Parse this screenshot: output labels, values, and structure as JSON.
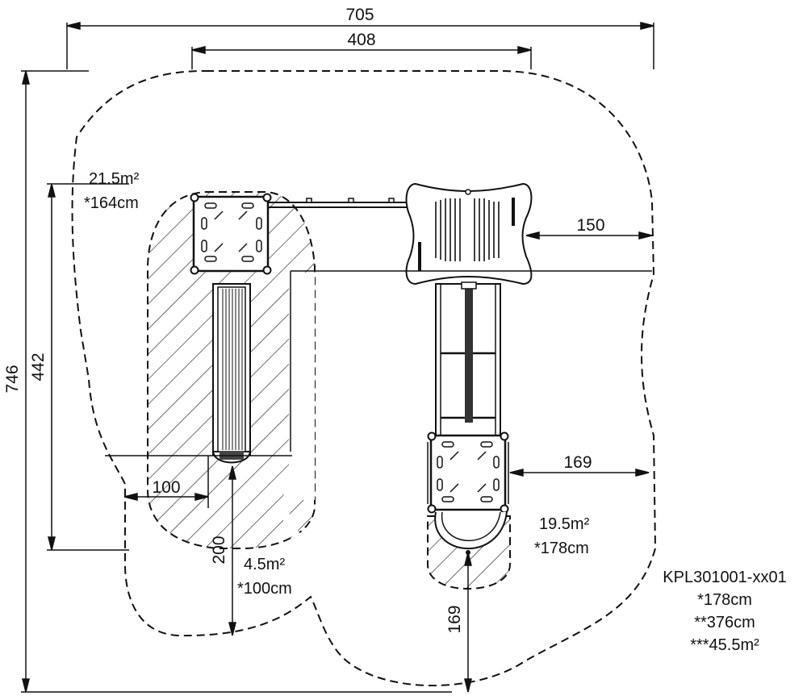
{
  "dimensions": {
    "overall_width": "705",
    "inner_width": "408",
    "overall_height": "746",
    "inner_height": "442",
    "right_top_offset": "150",
    "right_mid_offset": "169",
    "left_offset": "100",
    "slide_offset": "200",
    "bottom_offset": "169"
  },
  "zones": {
    "main_area": "21.5m²",
    "main_height": "*164cm",
    "slide_area": "4.5m²",
    "slide_height": "*100cm",
    "right_area": "19.5m²",
    "right_height": "*178cm"
  },
  "product": {
    "code": "KPL301001-xx01",
    "height": "*178cm",
    "length": "**376cm",
    "area": "***45.5m²"
  }
}
